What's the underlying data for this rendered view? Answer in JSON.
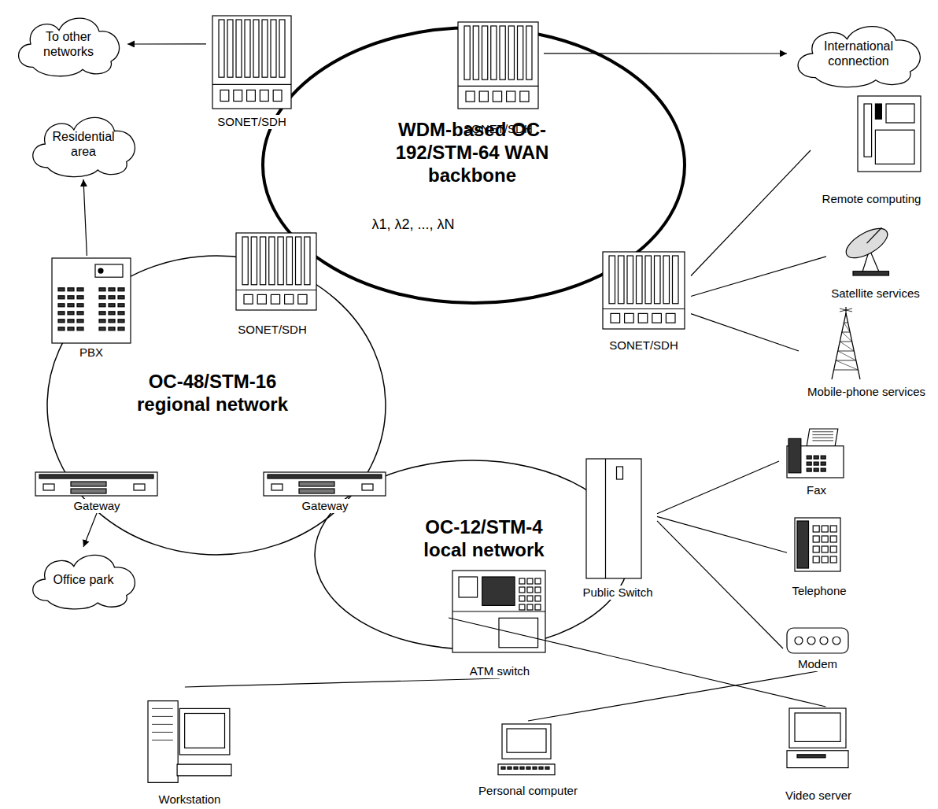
{
  "diagram": {
    "nodes": [
      {
        "text": [
          "To other networks"
        ]
      },
      {
        "text": [
          "SONET/SDH"
        ]
      },
      {
        "text": [
          "SONET/SDH"
        ]
      },
      {
        "text": [
          "International connection"
        ]
      },
      {
        "text": [
          "Residential area"
        ]
      },
      {
        "text": [
          "Remote computing"
        ]
      },
      {
        "text": [
          "SONET/SDH"
        ]
      },
      {
        "text": [
          "SONET/SDH"
        ]
      },
      {
        "text": [
          "Satellite services"
        ]
      },
      {
        "text": [
          "PBX"
        ]
      },
      {
        "text": [
          "Mobile-phone services"
        ]
      },
      {
        "text": [
          "Fax"
        ]
      },
      {
        "text": [
          "Gateway"
        ]
      },
      {
        "text": [
          "Gateway"
        ]
      },
      {
        "text": [
          "Public Switch"
        ]
      },
      {
        "text": [
          "Telephone"
        ]
      },
      {
        "text": [
          "Office park"
        ]
      },
      {
        "text": [
          "ATM switch"
        ]
      },
      {
        "text": [
          "Modem"
        ]
      },
      {
        "text": [
          "Video server"
        ]
      },
      {
        "text": [
          "Workstation"
        ]
      },
      {
        "text": [
          "Personal computer"
        ]
      }
    ],
    "edges": [
      {
        "from": 1,
        "to": 0,
        "arrow": "to"
      },
      {
        "from": 2,
        "to": 3,
        "arrow": "to"
      },
      {
        "from": 9,
        "to": 4,
        "arrow": "to"
      },
      {
        "from": 7,
        "to": 5,
        "arrow": "none"
      },
      {
        "from": 7,
        "to": 8,
        "arrow": "none"
      },
      {
        "from": 7,
        "to": 10,
        "arrow": "none"
      },
      {
        "from": 12,
        "to": 16,
        "arrow": "to"
      },
      {
        "from": 14,
        "to": 11,
        "arrow": "none"
      },
      {
        "from": 14,
        "to": 15,
        "arrow": "none"
      },
      {
        "from": 14,
        "to": 18,
        "arrow": "none"
      },
      {
        "from": 18,
        "to": 21,
        "arrow": "none"
      },
      {
        "from": 17,
        "to": 19,
        "arrow": "none"
      },
      {
        "from": 17,
        "to": 20,
        "arrow": "none"
      }
    ],
    "labels": [
      "WDM-based OC-192/STM-64 WAN backbone",
      "λ1, λ2, ..., λN",
      "OC-48/STM-16 regional network",
      "OC-12/STM-4 local network"
    ]
  }
}
